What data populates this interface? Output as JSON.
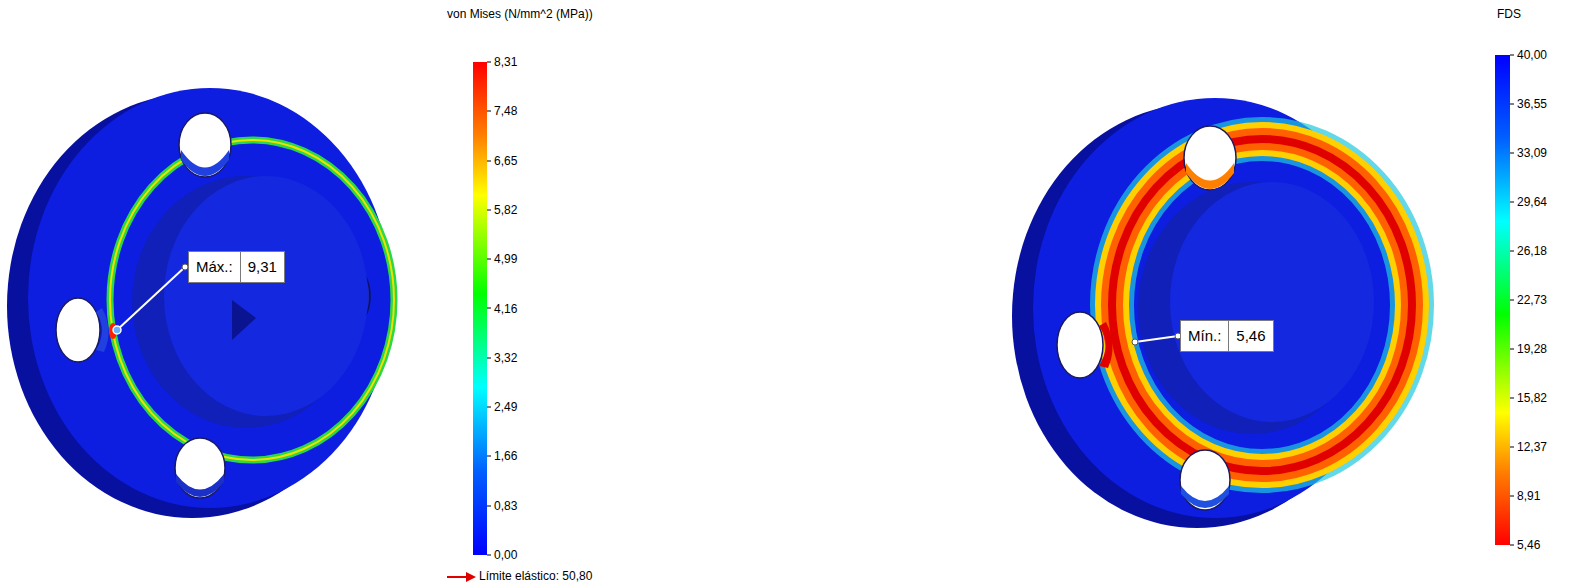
{
  "diagram": {
    "nodes": [
      {
        "text": [
          "Máx.:",
          "9,31"
        ]
      },
      {
        "text": [
          "Mín.:",
          "5,46"
        ]
      }
    ],
    "labels": [
      "von Mises (N/mm^2 (MPa))",
      "8,31",
      "7,48",
      "6,65",
      "5,82",
      "4,99",
      "4,16",
      "3,32",
      "2,49",
      "1,66",
      "0,83",
      "0,00",
      "Límite elástico: 50,80",
      "FDS",
      "40,00",
      "36,55",
      "33,09",
      "29,64",
      "26,18",
      "22,73",
      "19,28",
      "15,82",
      "12,37",
      "8,91",
      "5,46"
    ]
  }
}
